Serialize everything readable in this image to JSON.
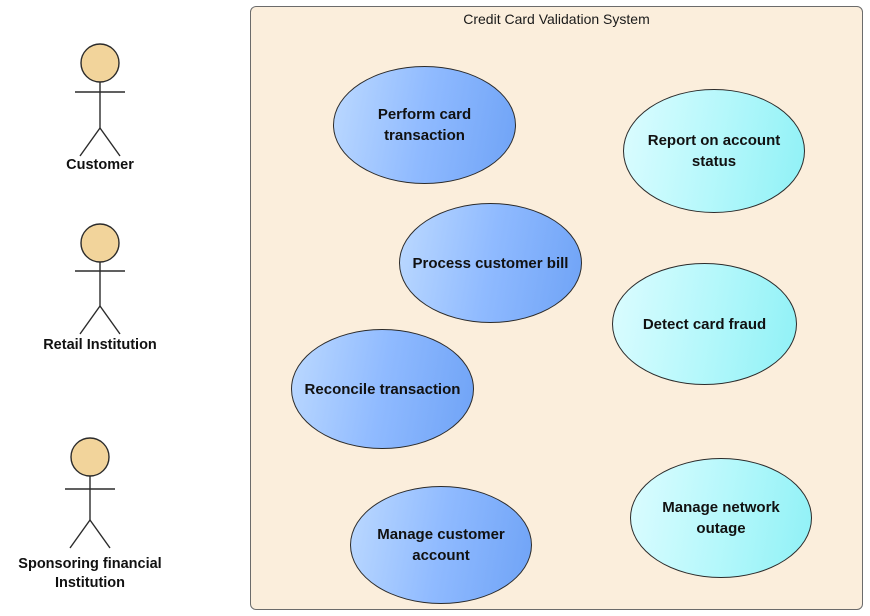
{
  "system": {
    "title": "Credit Card Validation System"
  },
  "actors": [
    {
      "label": "Customer"
    },
    {
      "label": "Retail Institution"
    },
    {
      "label": "Sponsoring financial\nInstitution"
    }
  ],
  "use_cases": [
    {
      "label": "Perform card transaction",
      "style": "blue"
    },
    {
      "label": "Report on account status",
      "style": "cyan"
    },
    {
      "label": "Process customer bill",
      "style": "blue"
    },
    {
      "label": "Detect card fraud",
      "style": "cyan"
    },
    {
      "label": "Reconcile transaction",
      "style": "blue"
    },
    {
      "label": "Manage network outage",
      "style": "cyan"
    },
    {
      "label": "Manage customer account",
      "style": "blue"
    }
  ],
  "colors": {
    "actor_head": "#f2d49b",
    "uc_blue": "#8fbaff",
    "uc_cyan": "#b6f8fb",
    "boundary_fill": "#fbeedc"
  }
}
